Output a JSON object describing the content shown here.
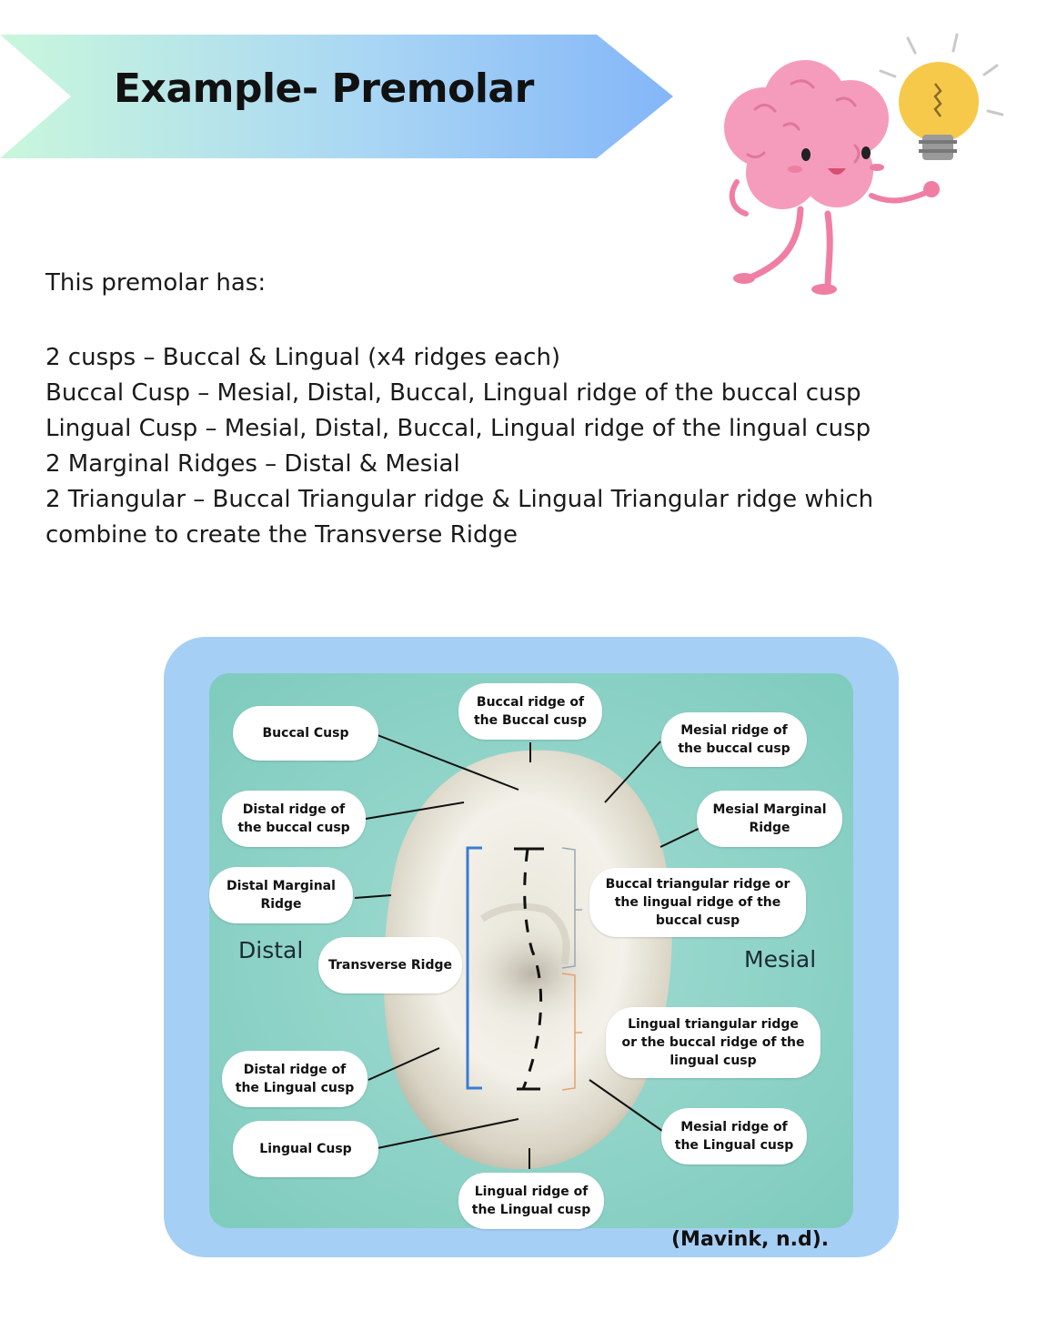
{
  "header": {
    "title": "Example- Premolar"
  },
  "intro": "This premolar has:",
  "bullets": [
    "2 cusps – Buccal & Lingual (x4 ridges each)",
    "Buccal Cusp – Mesial, Distal, Buccal, Lingual ridge of the buccal cusp",
    "Lingual Cusp – Mesial, Distal, Buccal, Lingual ridge of the lingual cusp",
    "2 Marginal Ridges – Distal & Mesial",
    "2 Triangular – Buccal Triangular ridge & Lingual Triangular ridge which",
    "combine to create the Transverse Ridge"
  ],
  "figure": {
    "labels": {
      "buccal_cusp": "Buccal Cusp",
      "buccal_ridge_buccal_cusp": "Buccal ridge of the Buccal cusp",
      "mesial_ridge_buccal_cusp": "Mesial ridge of the buccal cusp",
      "distal_ridge_buccal_cusp": "Distal ridge of the buccal cusp",
      "mesial_marginal_ridge": "Mesial Marginal Ridge",
      "distal_marginal_ridge": "Distal Marginal Ridge",
      "buccal_triangular_ridge": "Buccal triangular ridge or the lingual ridge of the buccal cusp",
      "transverse_ridge": "Transverse Ridge",
      "lingual_triangular_ridge": "Lingual triangular ridge or the buccal ridge of the lingual cusp",
      "distal_ridge_lingual_cusp": "Distal ridge of the Lingual cusp",
      "mesial_ridge_lingual_cusp": "Mesial ridge of the Lingual cusp",
      "lingual_cusp": "Lingual Cusp",
      "lingual_ridge_lingual_cusp": "Lingual ridge of the Lingual cusp"
    },
    "distal": "Distal",
    "mesial": "Mesial",
    "citation": "(Mavink, n.d)."
  },
  "colors": {
    "banner_start": "#c8f7dc",
    "banner_end": "#86b8f8",
    "frame": "#a6cff5",
    "inner_bg": "#8fd3c8",
    "bracket_blue": "#3a7bd5",
    "bracket_orange": "#e8a070"
  },
  "icons": [
    "brain-mascot-icon",
    "lightbulb-icon"
  ]
}
